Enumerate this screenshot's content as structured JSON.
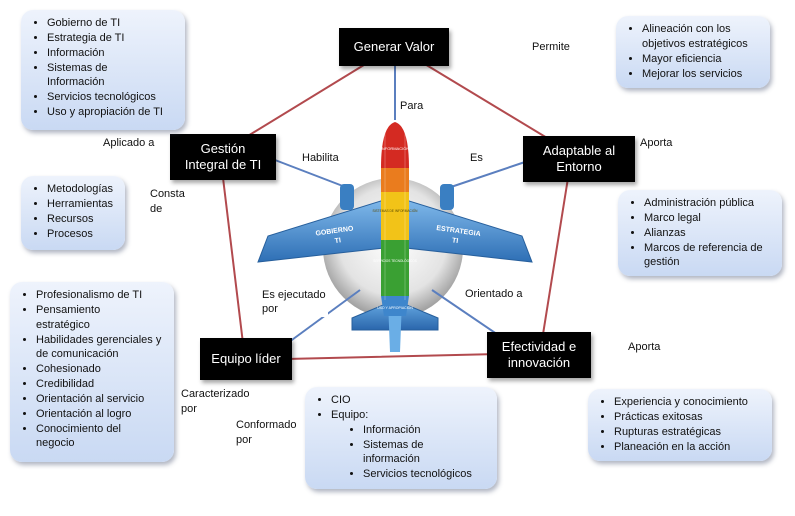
{
  "nodes": {
    "generar_valor": "Generar Valor",
    "gestion": [
      "Gestión",
      "Integral de TI"
    ],
    "adaptable": [
      "Adaptable al",
      "Entorno"
    ],
    "equipo": "Equipo líder",
    "efectividad": [
      "Efectividad e",
      "innovación"
    ]
  },
  "connectors": {
    "para": "Para",
    "habilita": "Habilita",
    "es": "Es",
    "es_ejecutado_por": [
      "Es ejecutado",
      "por"
    ],
    "orientado_a": "Orientado a"
  },
  "side_labels": {
    "aplicado_a": "Aplicado a",
    "consta_de": [
      "Consta",
      "de"
    ],
    "permite": "Permite",
    "aporta_1": "Aporta",
    "aporta_2": "Aporta",
    "caracterizado_por": [
      "Caracterizado",
      "por"
    ],
    "conformado_por": [
      "Conformado",
      "por"
    ]
  },
  "boxes": {
    "gobierno": [
      "Gobierno de TI",
      "Estrategia de TI",
      "Información",
      "Sistemas de Información",
      "Servicios tecnológicos",
      "Uso y apropiación de TI"
    ],
    "metodologias": [
      "Metodologías",
      "Herramientas",
      "Recursos",
      "Procesos"
    ],
    "profesionalismo": [
      "Profesionalismo de TI",
      "Pensamiento estratégico",
      "Habilidades gerenciales y de comunicación",
      "Cohesionado",
      "Credibilidad",
      "Orientación al servicio",
      "Orientación al logro",
      "Conocimiento del negocio"
    ],
    "alineacion": [
      "Alineación con los objetivos estratégicos",
      "Mayor eficiencia",
      "Mejorar los servicios"
    ],
    "administracion": [
      "Administración pública",
      "Marco legal",
      "Alianzas",
      "Marcos de referencia de gestión"
    ],
    "experiencia": [
      "Experiencia y conocimiento",
      "Prácticas exitosas",
      "Rupturas estratégicas",
      "Planeación en la acción"
    ],
    "cio": {
      "items": [
        "CIO",
        "Equipo:"
      ],
      "sub_items": [
        "Información",
        "Sistemas de información",
        "Servicios tecnológicos"
      ]
    }
  },
  "airplane": {
    "fuselage_labels": [
      "INFORMACIÓN",
      "SISTEMAS DE INFORMACIÓN",
      "SERVICIOS TECNOLÓGICOS",
      "USO Y APROPIACIÓN"
    ],
    "left_wing": [
      "GOBIERNO",
      "TI"
    ],
    "right_wing": [
      "ESTRATEGIA",
      "TI"
    ]
  },
  "colors": {
    "pentagon": "#b24a4e",
    "connector": "#5b7fbf",
    "fuselage_red": "#d42a22",
    "fuselage_yellow": "#f2c318",
    "fuselage_green": "#3aa033",
    "wing_blue": "#3e86cc"
  }
}
